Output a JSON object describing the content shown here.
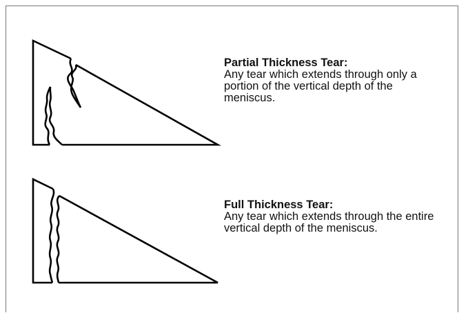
{
  "partial": {
    "title": "Partial Thickness Tear:",
    "description": "Any tear which extends through only a portion of the vertical depth of the meniscus."
  },
  "full": {
    "title": "Full Thickness Tear:",
    "description": "Any tear which extends through the entire vertical depth of the meniscus."
  }
}
